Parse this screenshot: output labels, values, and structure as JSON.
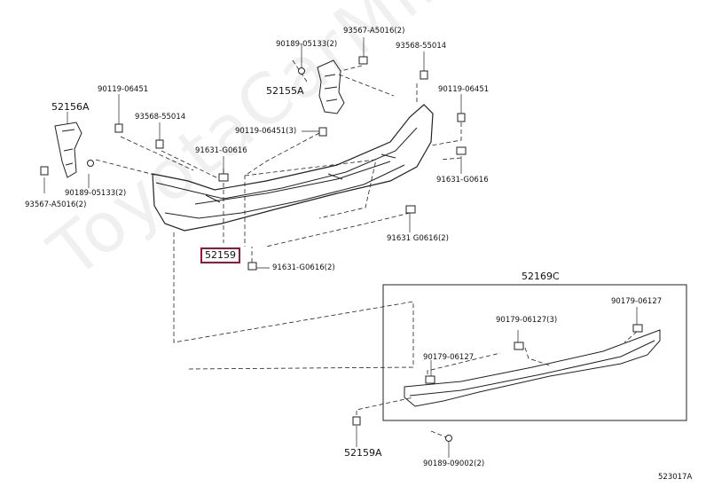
{
  "watermark": "ToyotaCarMine.ru",
  "diagram_id": "523017A",
  "parts": {
    "p93567_top": "93567-A5016(2)",
    "p90189_top": "90189-05133(2)",
    "p93568_top": "93568-55014",
    "p52155A": "52155A",
    "p90119_right": "90119-06451",
    "p90119_left": "90119-06451",
    "p52156A": "52156A",
    "p93568_left": "93568-55014",
    "p90119_mid": "90119-06451(3)",
    "p91631_a": "91631-G0616",
    "p91631_right": "91631-G0616",
    "p90189_left": "90189-05133(2)",
    "p93567_left": "93567-A5016(2)",
    "p91631_lower": "91631 G0616(2)",
    "p52159": "52159",
    "p91631_bottom": "91631-G0616(2)",
    "p52169C": "52169C",
    "p90179_mid": "90179-06127(3)",
    "p90179_right": "90179-06127",
    "p90179_left": "90179-06127",
    "p52159A": "52159A",
    "p90189_bottom": "90189-09002(2)"
  }
}
